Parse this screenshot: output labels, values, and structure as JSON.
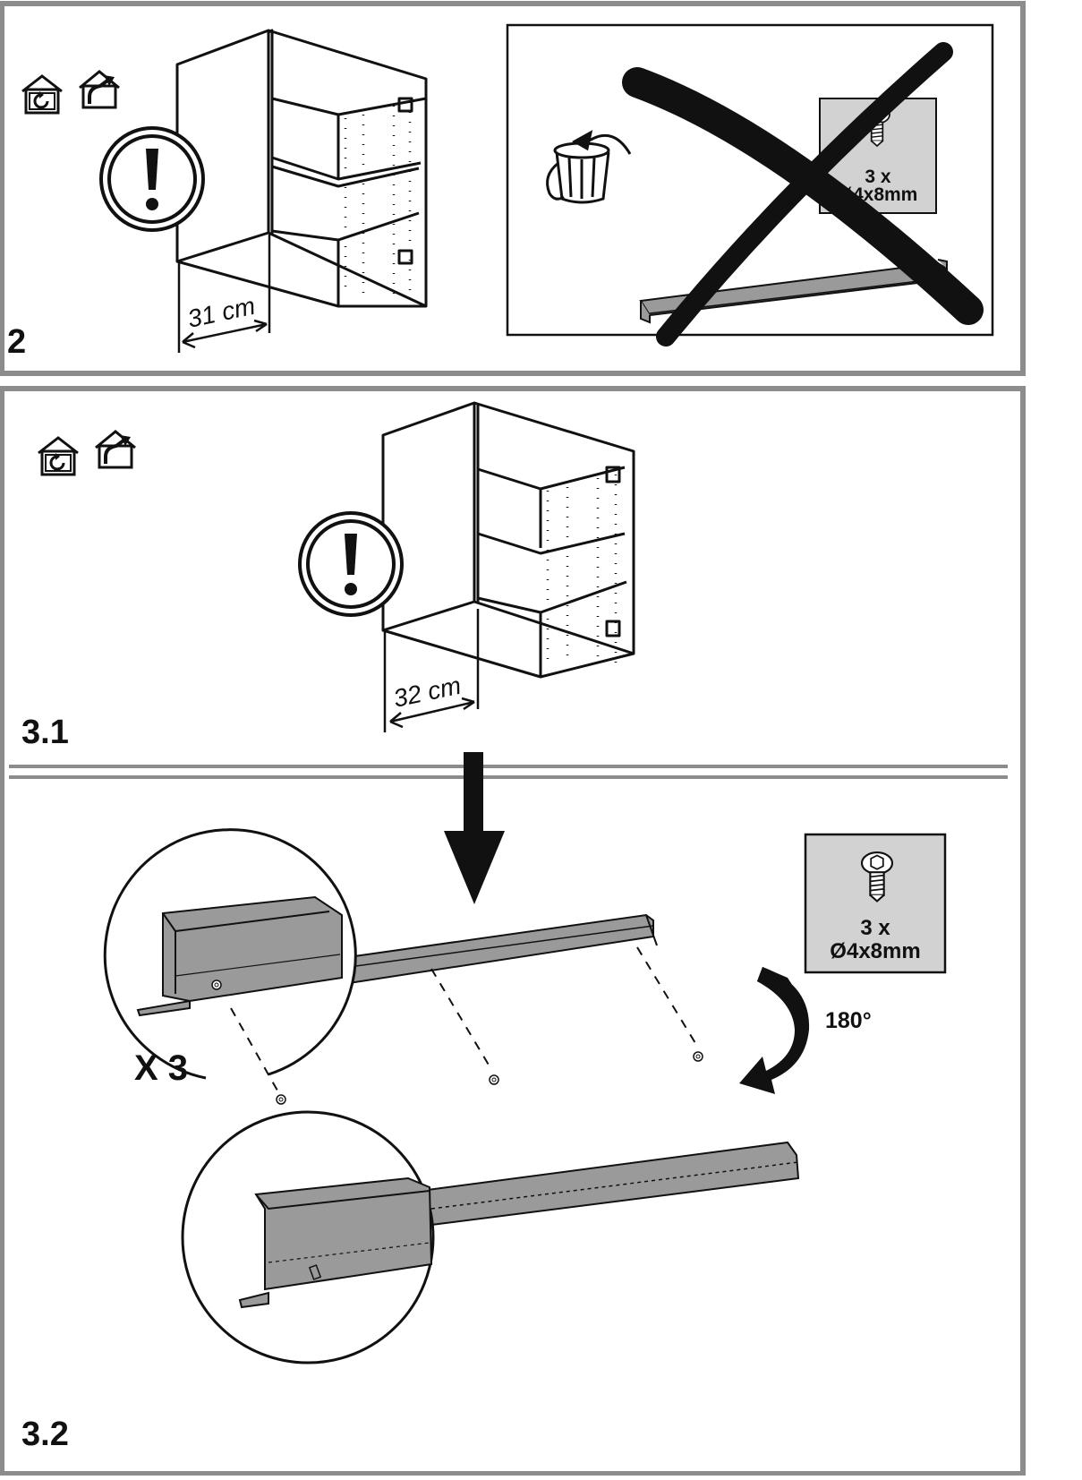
{
  "step2": {
    "step_number": "2",
    "dimension": "31 cm",
    "screw_spec": {
      "count": "3 x",
      "size": "Ø4x8mm"
    }
  },
  "step3_1": {
    "step_number": "3.1",
    "dimension": "32 cm"
  },
  "step3_2": {
    "step_number": "3.2",
    "multiplier": "X 3",
    "rotation": "180°",
    "screw_spec": {
      "count": "3 x",
      "size": "Ø4x8mm"
    }
  },
  "colors": {
    "frame": "#8c8c8c",
    "line": "#111111",
    "panel_grey": "#d2d2d2",
    "rail_grey": "#9a9a9a"
  },
  "icons": [
    "house-recirculation-icon",
    "house-exhaust-icon",
    "warning-icon",
    "trash-bin-icon",
    "prohibited-cross-icon",
    "screw-icon",
    "down-arrow-icon",
    "rotate-arrow-icon"
  ]
}
